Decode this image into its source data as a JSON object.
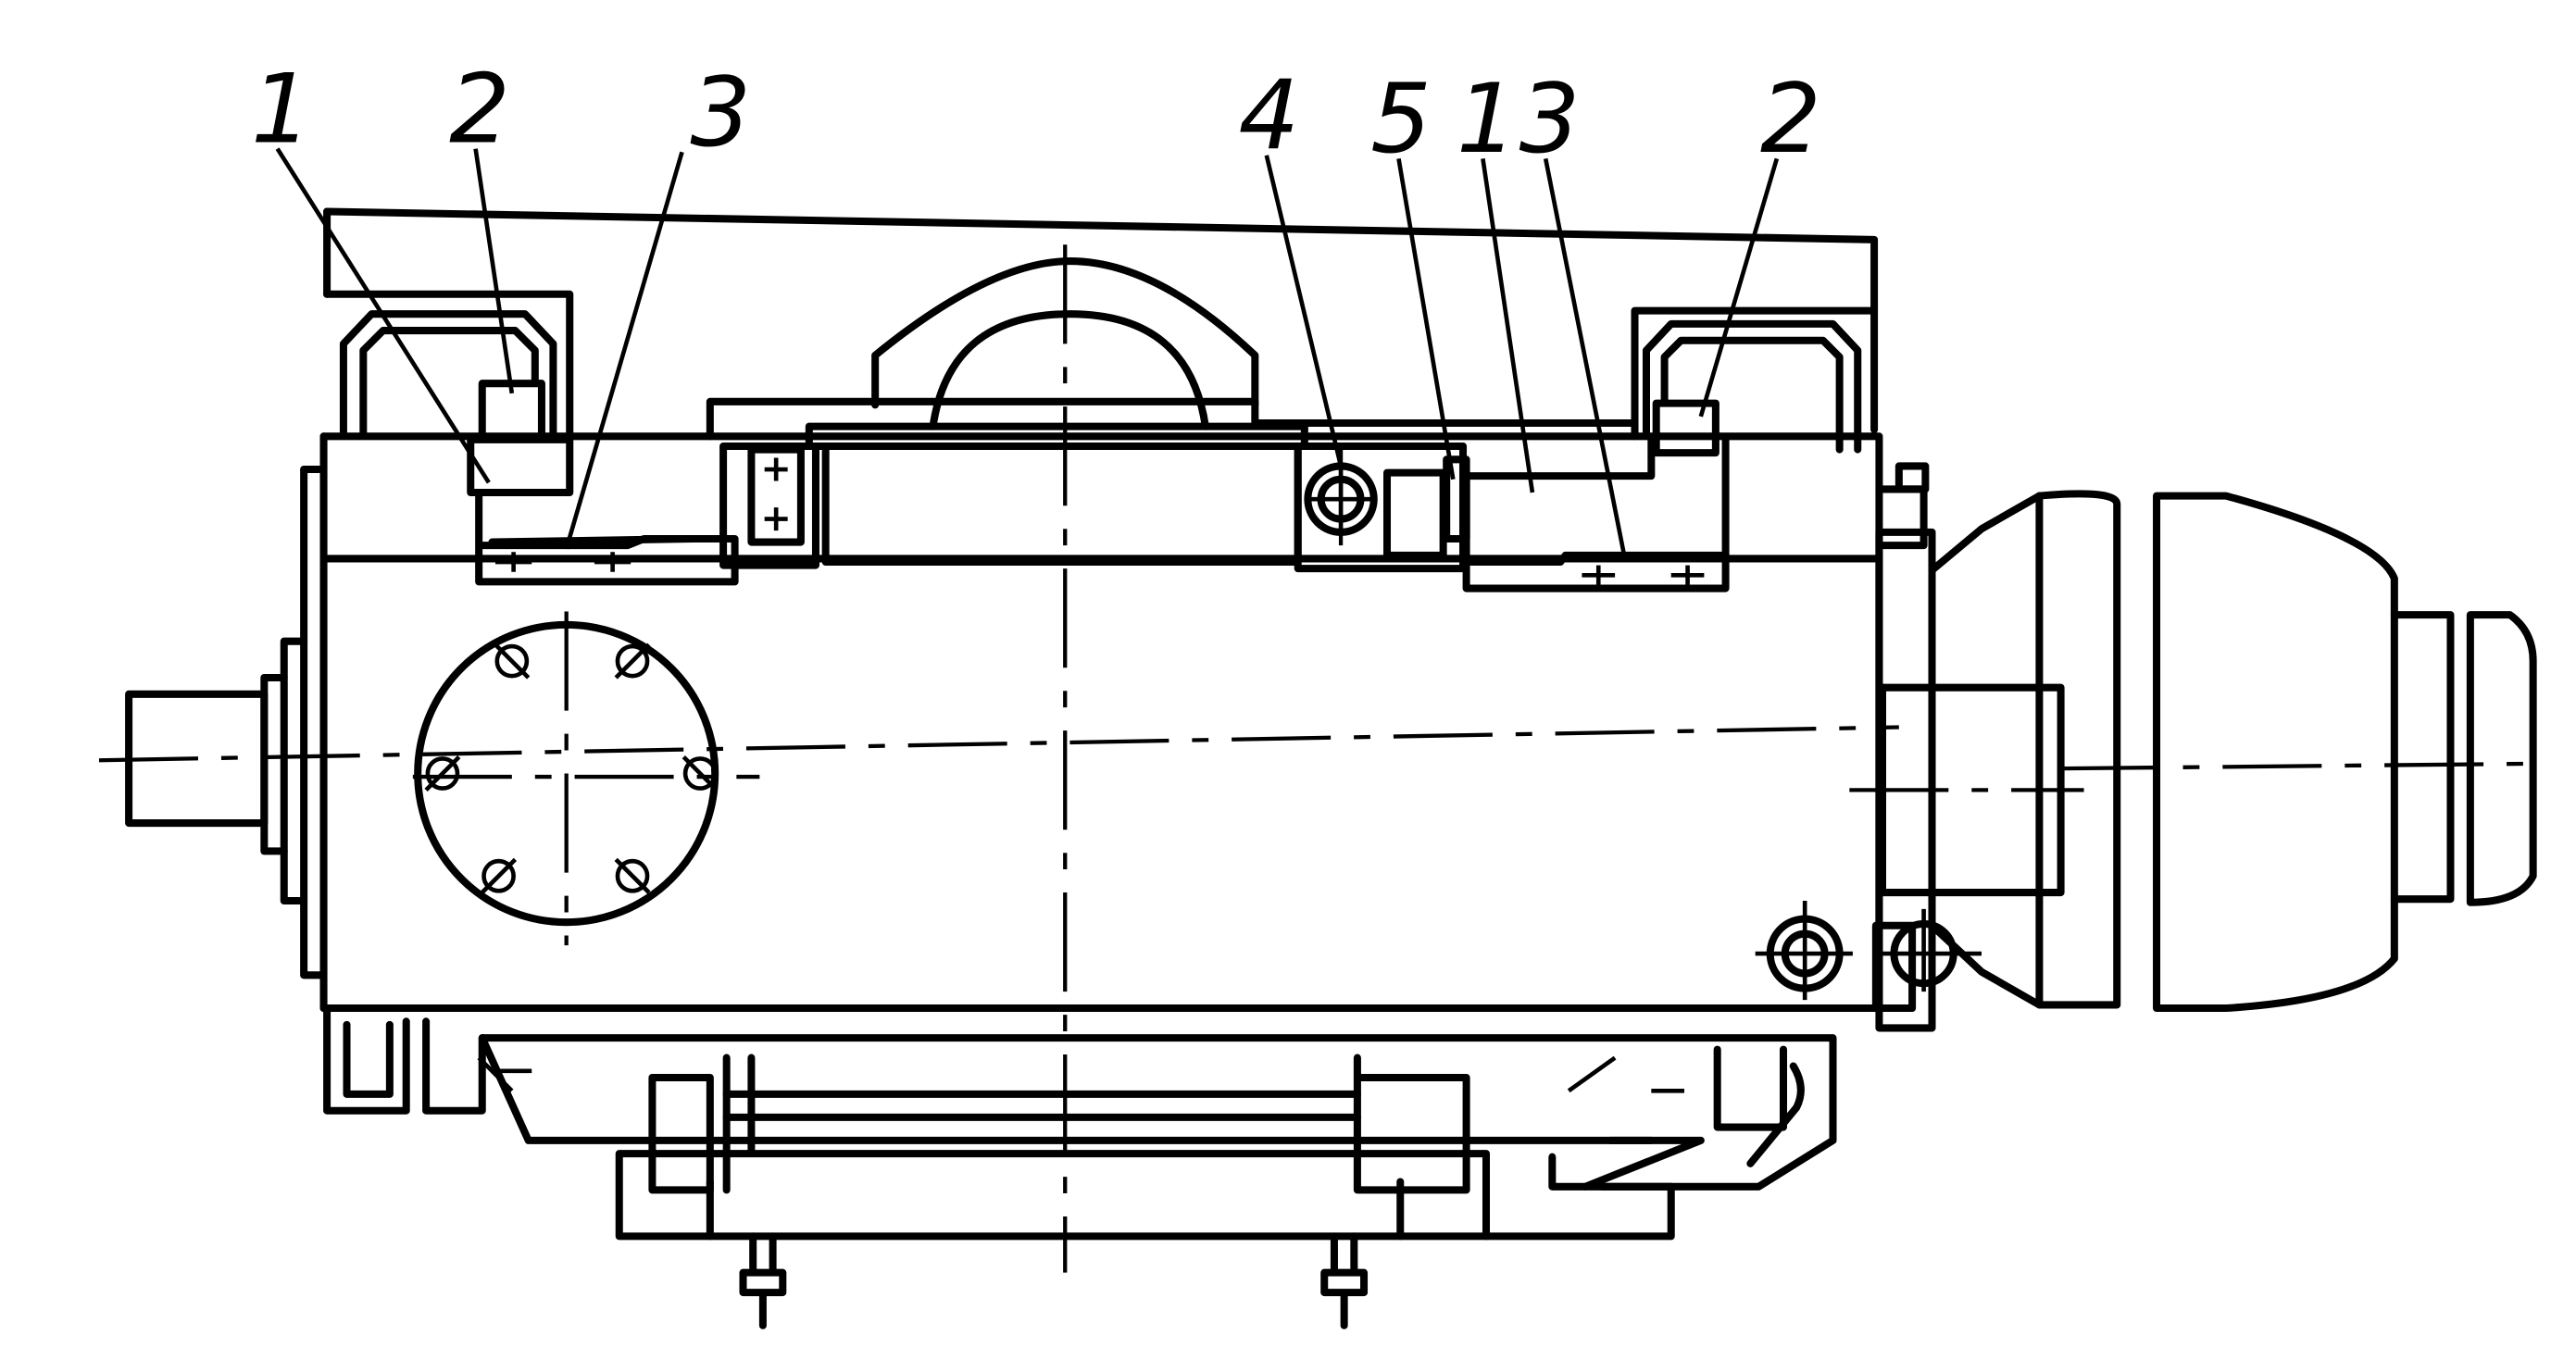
{
  "callouts": [
    {
      "id": "c1",
      "text": "1"
    },
    {
      "id": "c2",
      "text": "2"
    },
    {
      "id": "c3",
      "text": "3"
    },
    {
      "id": "c4",
      "text": "4"
    },
    {
      "id": "c5",
      "text": "5"
    },
    {
      "id": "c6",
      "text": "1"
    },
    {
      "id": "c7",
      "text": "3"
    },
    {
      "id": "c8",
      "text": "2"
    }
  ]
}
